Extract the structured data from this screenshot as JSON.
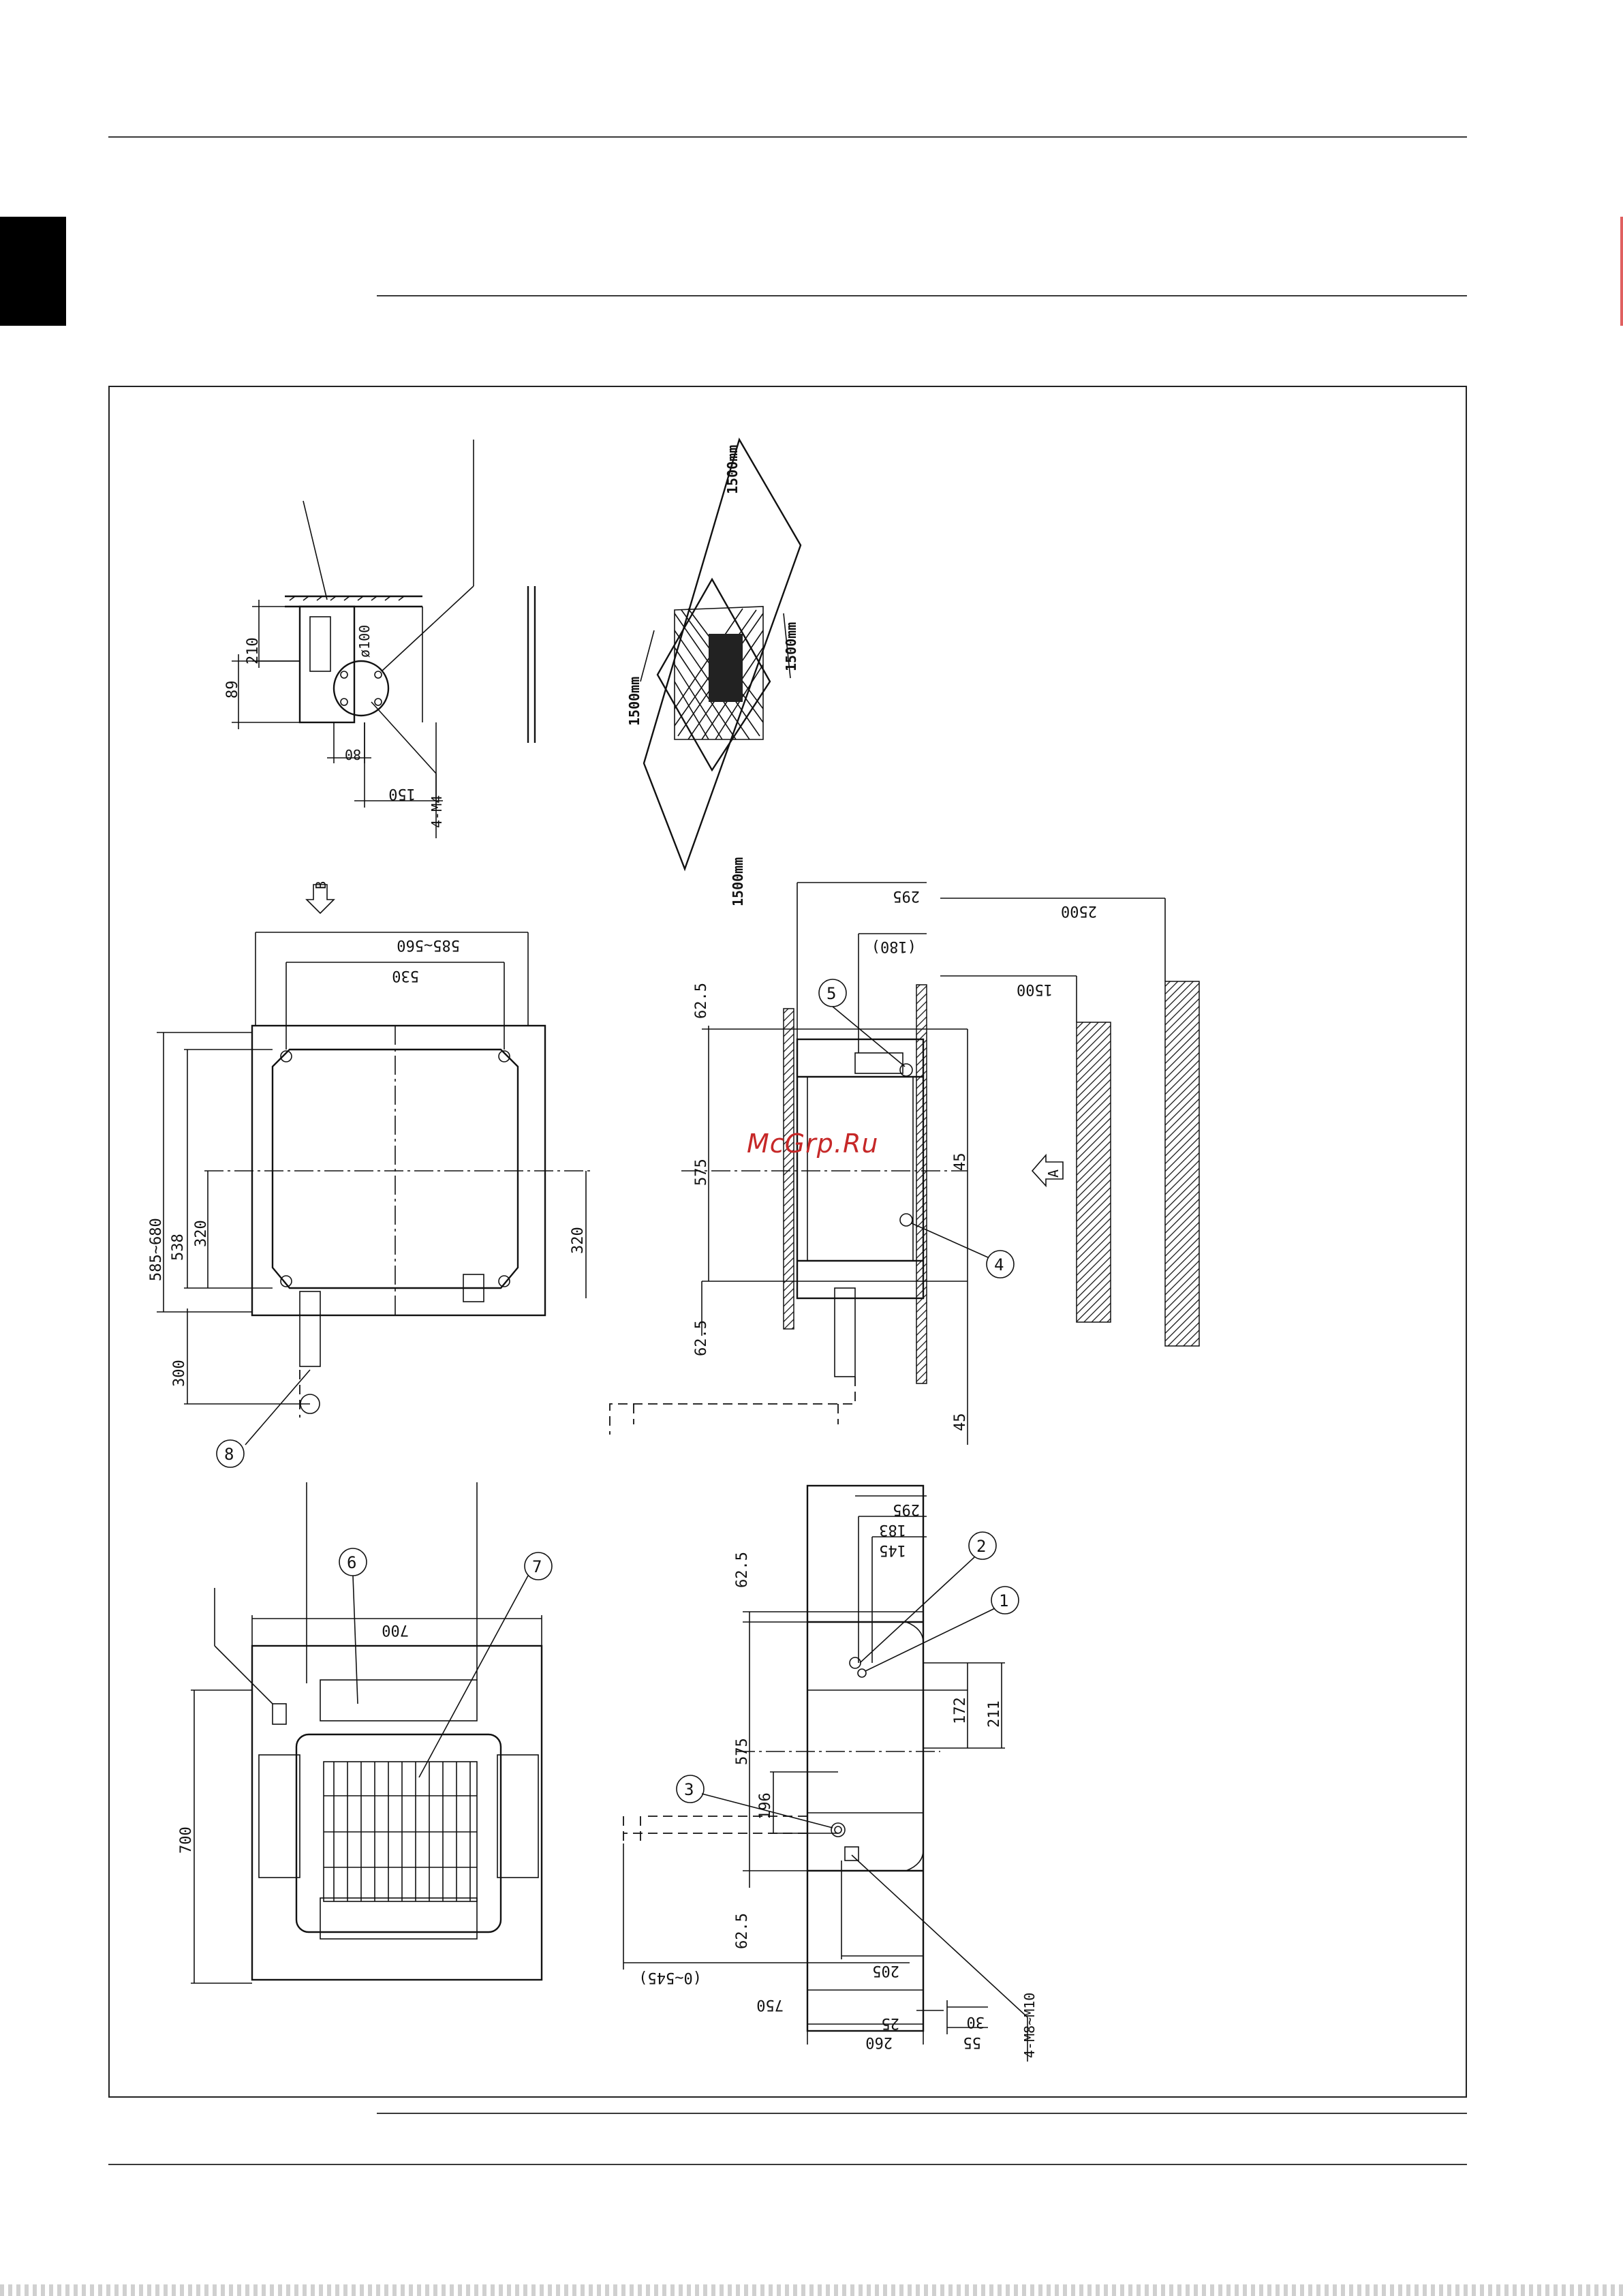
{
  "watermark": "McGrp.Ru",
  "views": {
    "hanger_detail": {
      "dims": [
        "210",
        "89",
        "150",
        "80",
        "ø100"
      ],
      "bolts": "4-M4"
    },
    "access_space": {
      "dims": [
        "1500mm",
        "1500mm",
        "1500mm",
        "1500mm"
      ]
    },
    "top_plan": {
      "dims": [
        "585~680",
        "538",
        "320",
        "585~560",
        "530",
        "300",
        "320"
      ],
      "arrow_label": "B"
    },
    "side_view": {
      "dims": [
        "62.5",
        "575",
        "62.5",
        "295",
        "(180)",
        "45",
        "45",
        "1500",
        "2500"
      ],
      "arrow_label": "A"
    },
    "panel_view": {
      "dims": [
        "700",
        "700"
      ]
    },
    "front_view": {
      "dims": [
        "62.5",
        "575",
        "62.5",
        "295",
        "183",
        "145",
        "172",
        "211",
        "196",
        "205",
        "(0~545)",
        "750",
        "25",
        "260",
        "30",
        "55"
      ],
      "bolts": "4-M8~M10"
    },
    "callouts": [
      "1",
      "2",
      "3",
      "4",
      "5",
      "6",
      "7",
      "8"
    ]
  },
  "colors": {
    "line": "#111111",
    "watermark": "#c62828",
    "tab": "#000000"
  }
}
